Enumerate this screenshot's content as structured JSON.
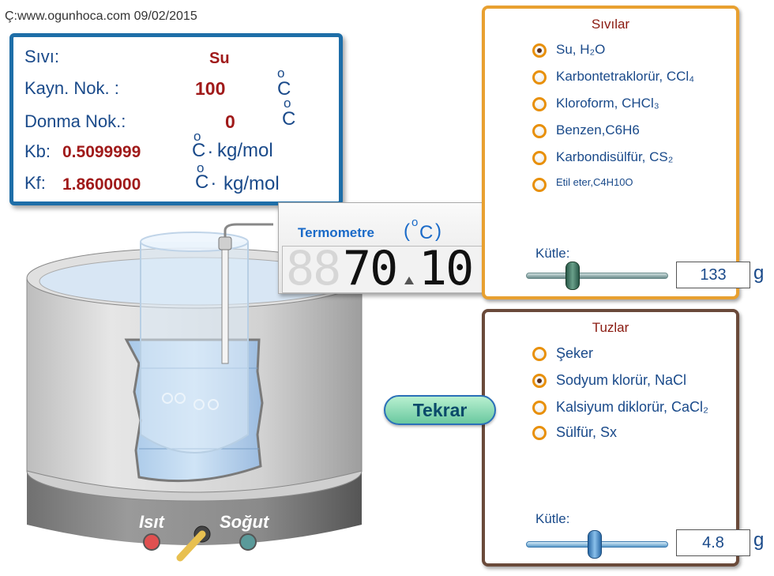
{
  "credit": "Ç:www.ogunhoca.com 09/02/2015",
  "info": {
    "liquid_label": "Sıvı:",
    "liquid_value": "Su",
    "boiling_label": "Kayn. Nok.  :",
    "boiling_value": "100",
    "freezing_label": "Donma Nok.:",
    "freezing_value": "0",
    "kb_label": "Kb:",
    "kb_value": "0.5099999",
    "kf_label": "Kf:",
    "kf_value": "1.8600000",
    "degree_mark": "o",
    "celsius": "C",
    "kb_unit": "kg/mol",
    "kf_unit": "kg/mol",
    "dot": "."
  },
  "thermometer": {
    "title": "Termometre",
    "unit": "(°C)",
    "unit_open": "(",
    "unit_c": "C",
    "unit_close": ")",
    "reading_int": "70",
    "reading_dec": "10",
    "ghost_digits": "88"
  },
  "liquids": {
    "title": "Sıvılar",
    "options": [
      {
        "label": "Su, H₂O",
        "selected": true
      },
      {
        "label": "Karbontetraklorür, CCl₄",
        "selected": false
      },
      {
        "label": "Kloroform, CHCl₃",
        "selected": false
      },
      {
        "label": "Benzen,C6H6",
        "selected": false
      },
      {
        "label": "Karbondisülfür, CS₂",
        "selected": false
      },
      {
        "label": "Etil eter,C4H10O",
        "selected": false
      }
    ],
    "mass_label": "Kütle:",
    "mass_value": "133",
    "mass_fraction": 0.32,
    "unit": "g"
  },
  "salts": {
    "title": "Tuzlar",
    "options": [
      {
        "label": "Şeker",
        "selected": false
      },
      {
        "label": "Sodyum klorür, NaCl",
        "selected": true
      },
      {
        "label": "Kalsiyum diklorür, CaCl₂",
        "selected": false
      },
      {
        "label": "Sülfür, Sx",
        "selected": false
      }
    ],
    "mass_label": "Kütle:",
    "mass_value": "4.8",
    "mass_fraction": 0.48,
    "unit": "g"
  },
  "buttons": {
    "reset": "Tekrar",
    "heat": "Isıt",
    "cool": "Soğut"
  },
  "colors": {
    "info_border": "#1e6ea8",
    "liquid_panel_border": "#e8a030",
    "salt_panel_border": "#6a4a3a",
    "value_red": "#a01a1a",
    "label_blue": "#1a4a8a"
  }
}
